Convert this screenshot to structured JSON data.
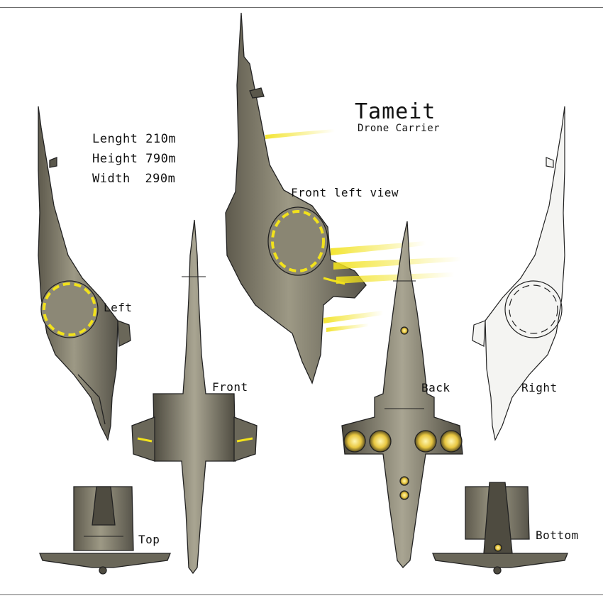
{
  "title": "Tameit",
  "subtitle": "Drone Carrier",
  "specs": [
    {
      "name": "Lenght",
      "value": "210m"
    },
    {
      "name": "Height",
      "value": "790m"
    },
    {
      "name": "Width",
      "value": "290m"
    }
  ],
  "views": {
    "front_left": "Front left view",
    "left": "Left",
    "front": "Front",
    "back": "Back",
    "right": "Right",
    "top": "Top",
    "bottom": "Bottom"
  },
  "colors": {
    "hull": "#7a7665",
    "hull_dark": "#4e4b40",
    "hull_light": "#a9a592",
    "glow": "#f2e21c",
    "outline": "#222222",
    "frame": "#6a6a6a"
  }
}
